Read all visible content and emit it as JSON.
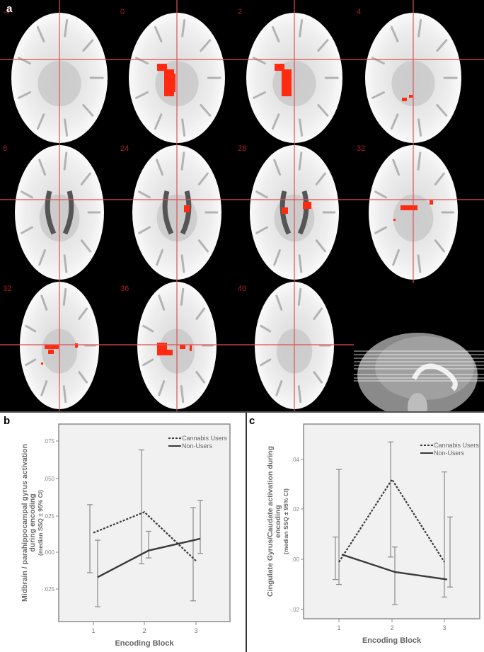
{
  "figure": {
    "panel_a": {
      "letter": "a",
      "slice_labels": [
        "-4",
        "0",
        "2",
        "4",
        "8",
        "24",
        "28",
        "32",
        "32",
        "36",
        "40"
      ],
      "crosshair_color": "#e05050",
      "activation_color": "#ff2a10"
    },
    "panel_b": {
      "letter": "b"
    },
    "panel_c": {
      "letter": "c"
    }
  },
  "chart_data": [
    {
      "type": "line",
      "panel": "b",
      "title": "",
      "xlabel": "Encoding Block",
      "ylabel_lines": [
        "Midbrain / parahippocampal gyrus activation",
        "during encoding",
        "(median SSQ ± 95% CI)"
      ],
      "categories": [
        "1",
        "2",
        "3"
      ],
      "yticks": [
        ".075",
        ".050",
        ".025",
        ".000",
        "-.025"
      ],
      "ytick_values": [
        0.075,
        0.05,
        0.025,
        0.0,
        -0.025
      ],
      "ylim": [
        -0.04,
        0.085
      ],
      "legend": {
        "position": "upper right",
        "entries": [
          "Cannabis Users",
          "Non-Users"
        ]
      },
      "grid": false,
      "series": [
        {
          "name": "Cannabis Users",
          "style": "dashed",
          "values": [
            0.013,
            0.027,
            -0.006
          ],
          "ci_low": [
            -0.014,
            -0.008,
            -0.033
          ],
          "ci_high": [
            0.032,
            0.069,
            0.03
          ]
        },
        {
          "name": "Non-Users",
          "style": "solid",
          "values": [
            -0.017,
            0.001,
            0.009
          ],
          "ci_low": [
            -0.037,
            -0.004,
            -0.001
          ],
          "ci_high": [
            0.008,
            0.014,
            0.035
          ]
        }
      ]
    },
    {
      "type": "line",
      "panel": "c",
      "title": "",
      "xlabel": "Encoding Block",
      "ylabel_lines": [
        "Cingulate Gyrus/Caudate activation during",
        "encoding",
        "(median SSQ ± 95% CI)"
      ],
      "categories": [
        "1",
        "2",
        "3"
      ],
      "yticks": [
        ".04",
        ".02",
        ".00",
        "-.02"
      ],
      "ytick_values": [
        0.04,
        0.02,
        0.0,
        -0.02
      ],
      "ylim": [
        -0.024,
        0.054
      ],
      "legend": {
        "position": "upper right",
        "entries": [
          "Cannabis Users",
          "Non-Users"
        ]
      },
      "grid": false,
      "series": [
        {
          "name": "Cannabis Users",
          "style": "dashed",
          "values": [
            -0.001,
            0.032,
            -0.001
          ],
          "ci_low": [
            -0.01,
            0.001,
            -0.015
          ],
          "ci_high": [
            0.036,
            0.047,
            0.035
          ]
        },
        {
          "name": "Non-Users",
          "style": "solid",
          "values": [
            0.002,
            -0.005,
            -0.008
          ],
          "ci_low": [
            -0.008,
            -0.018,
            -0.011
          ],
          "ci_high": [
            0.009,
            0.005,
            0.017
          ]
        }
      ]
    }
  ]
}
